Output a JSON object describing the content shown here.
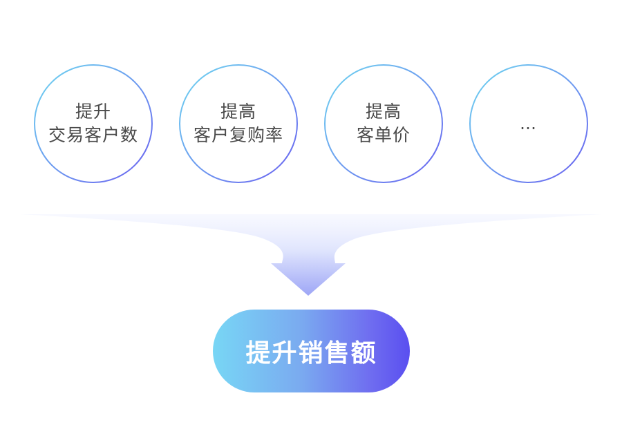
{
  "factors": [
    {
      "line1": "提升",
      "line2": "交易客户数"
    },
    {
      "line1": "提高",
      "line2": "客户复购率"
    },
    {
      "line1": "提高",
      "line2": "客单价"
    },
    {
      "line1": "…"
    }
  ],
  "result": {
    "label": "提升销售额"
  },
  "colors": {
    "ring_start": "#6fd3f2",
    "ring_end": "#6a6cf0",
    "arrow": "#9aa6f5",
    "pill_start": "#78d6f5",
    "pill_end": "#5a4ff0",
    "text": "#4a4a4a"
  }
}
